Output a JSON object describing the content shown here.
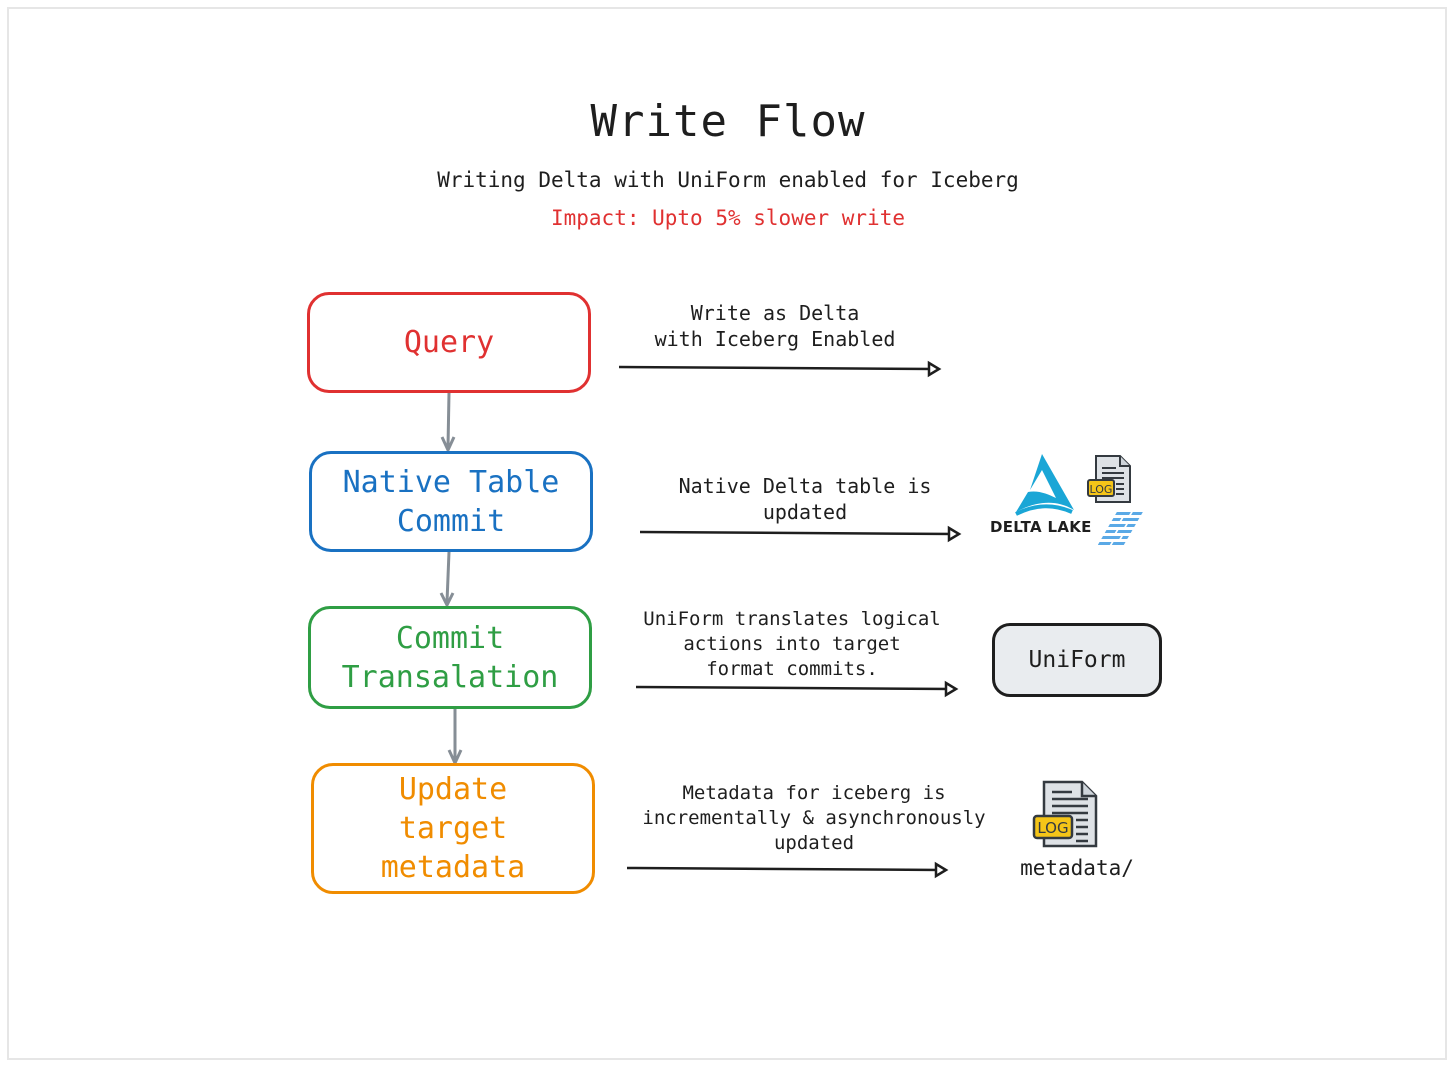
{
  "header": {
    "title": "Write Flow",
    "subtitle": "Writing Delta with UniForm enabled for Iceberg",
    "impact": "Impact: Upto 5% slower write"
  },
  "steps": [
    {
      "label": "Query",
      "color": "#e03131",
      "description": "Write as Delta\nwith Iceberg Enabled",
      "target": ""
    },
    {
      "label": "Native Table\nCommit",
      "color": "#1971c2",
      "description": "Native Delta table is\nupdated",
      "target": "Delta Lake logo with log file"
    },
    {
      "label": "Commit\nTransalation",
      "color": "#2f9e44",
      "description": "UniForm translates logical\nactions into target\nformat commits.",
      "target": "UniForm"
    },
    {
      "label": "Update\ntarget\nmetadata",
      "color": "#f08c00",
      "description": "Metadata for iceberg is\nincrementally &  asynchronously\nupdated",
      "target": "metadata/"
    }
  ],
  "targets": {
    "delta_lake_text": "DELTA LAKE",
    "log_badge": "LOG",
    "uniform_label": "UniForm",
    "metadata_label": "metadata/"
  },
  "colors": {
    "delta_blue": "#1aa6d6",
    "log_yellow": "#f5c518",
    "connector_gray": "#868e96",
    "arrow_black": "#1e1e1e"
  }
}
